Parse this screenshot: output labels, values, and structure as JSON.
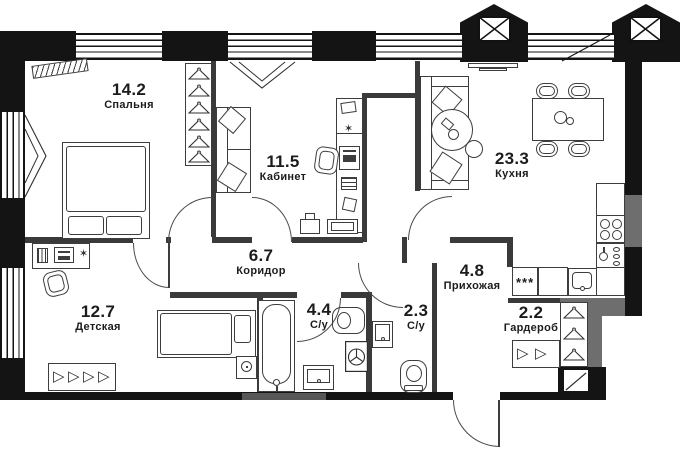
{
  "rooms": {
    "bedroom": {
      "area": "14.2",
      "name": "Спальня"
    },
    "office": {
      "area": "11.5",
      "name": "Кабинет"
    },
    "kitchen": {
      "area": "23.3",
      "name": "Кухня"
    },
    "corridor": {
      "area": "6.7",
      "name": "Коридор"
    },
    "hallway": {
      "area": "4.8",
      "name": "Прихожая"
    },
    "kids": {
      "area": "12.7",
      "name": "Детская"
    },
    "bath_big": {
      "area": "4.4",
      "name": "С/у"
    },
    "bath_small": {
      "area": "2.3",
      "name": "С/у"
    },
    "wardrobe": {
      "area": "2.2",
      "name": "Гардероб"
    }
  },
  "hallway_cabinet_label": "***",
  "colors": {
    "exterior_wall": "#141414",
    "interior_wall": "#3a3a3a",
    "vent_wall_gray": "#6e6e6e",
    "furniture_line": "#2f2f2f",
    "text": "#1c1c1c",
    "background": "#ffffff"
  }
}
